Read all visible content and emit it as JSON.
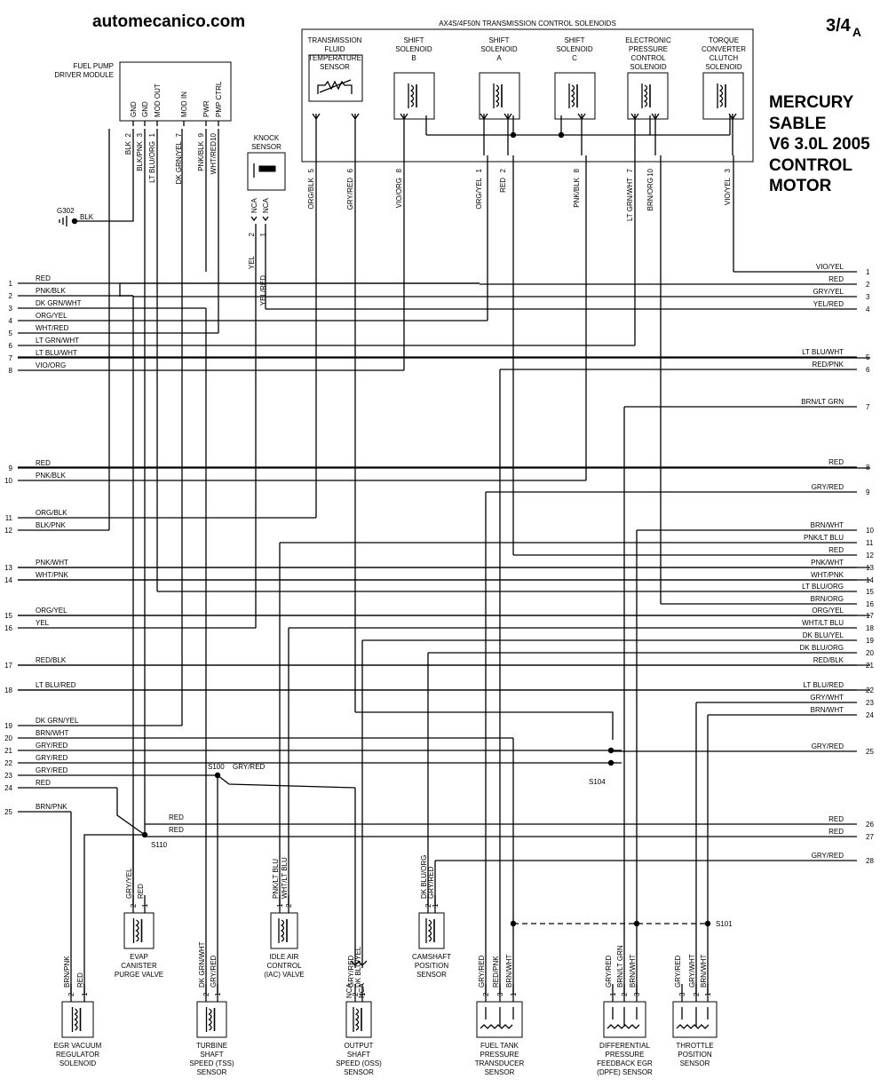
{
  "header": {
    "site": "automecanico.com",
    "page": "3/4",
    "page_suffix": "A",
    "vehicle_lines": [
      "MERCURY",
      "SABLE",
      "V6 3.0L 2005",
      "CONTROL",
      "MOTOR"
    ]
  },
  "top_box": {
    "title": "AX4S/4F50N TRANSMISSION CONTROL SOLENOIDS",
    "components": [
      {
        "lines": [
          "TRANSMISSION",
          "FLUID",
          "TEMPERATURE",
          "SENSOR"
        ],
        "pins": [
          "5",
          "6"
        ],
        "wires": [
          "ORG/BLK",
          "GRY/RED"
        ]
      },
      {
        "lines": [
          "SHIFT",
          "SOLENOID",
          "B"
        ],
        "pins": [
          "8"
        ],
        "wires": [
          "VIO/ORG"
        ]
      },
      {
        "lines": [
          "SHIFT",
          "SOLENOID",
          "A"
        ],
        "pins": [
          "1",
          "2"
        ],
        "wires": [
          "ORG/YEL",
          "RED"
        ]
      },
      {
        "lines": [
          "SHIFT",
          "SOLENOID",
          "C"
        ],
        "pins": [
          "8"
        ],
        "wires": [
          "PNK/BLK"
        ]
      },
      {
        "lines": [
          "ELECTRONIC",
          "PRESSURE",
          "CONTROL",
          "SOLENOID"
        ],
        "pins": [
          "7",
          "10"
        ],
        "wires": [
          "LT GRN/WHT",
          "BRN/ORG"
        ]
      },
      {
        "lines": [
          "TORQUE",
          "CONVERTER",
          "CLUTCH",
          "SOLENOID"
        ],
        "pins": [
          "3"
        ],
        "wires": [
          "VIO/YEL"
        ]
      }
    ]
  },
  "fuel_pump": {
    "lines": [
      "FUEL PUMP",
      "DRIVER MODULE"
    ],
    "terminals": [
      "GND",
      "GND",
      "MOD OUT",
      "MOD IN",
      "PWR",
      "PMP CTRL"
    ],
    "pins": [
      "2",
      "3",
      "1",
      "7",
      "9",
      "10"
    ],
    "wires": [
      "BLK",
      "BLK/PNK",
      "LT BLU/ORG",
      "DK GRN/YEL",
      "PNK/BLK",
      "WHT/RED"
    ]
  },
  "ground": {
    "label": "G302",
    "wire": "BLK"
  },
  "knock_sensor": {
    "lines": [
      "KNOCK",
      "SENSOR"
    ],
    "terminals": [
      "NCA",
      "NCA"
    ],
    "pins": [
      "2",
      "1"
    ],
    "wires": [
      "YEL",
      "YEL/RED"
    ]
  },
  "left_connector": [
    {
      "pin": "1",
      "wire": "RED"
    },
    {
      "pin": "2",
      "wire": "PNK/BLK"
    },
    {
      "pin": "3",
      "wire": "DK GRN/WHT"
    },
    {
      "pin": "4",
      "wire": "ORG/YEL"
    },
    {
      "pin": "5",
      "wire": "WHT/RED"
    },
    {
      "pin": "6",
      "wire": "LT GRN/WHT"
    },
    {
      "pin": "7",
      "wire": "LT BLU/WHT"
    },
    {
      "pin": "8",
      "wire": "VIO/ORG"
    },
    {
      "pin": "9",
      "wire": "RED"
    },
    {
      "pin": "10",
      "wire": "PNK/BLK"
    },
    {
      "pin": "11",
      "wire": "ORG/BLK"
    },
    {
      "pin": "12",
      "wire": "BLK/PNK"
    },
    {
      "pin": "13",
      "wire": "PNK/WHT"
    },
    {
      "pin": "14",
      "wire": "WHT/PNK"
    },
    {
      "pin": "15",
      "wire": "ORG/YEL"
    },
    {
      "pin": "16",
      "wire": "YEL"
    },
    {
      "pin": "17",
      "wire": "RED/BLK"
    },
    {
      "pin": "18",
      "wire": "LT BLU/RED"
    },
    {
      "pin": "19",
      "wire": "DK GRN/YEL"
    },
    {
      "pin": "20",
      "wire": "BRN/WHT"
    },
    {
      "pin": "21",
      "wire": "GRY/RED"
    },
    {
      "pin": "22",
      "wire": "GRY/RED"
    },
    {
      "pin": "23",
      "wire": "GRY/RED"
    },
    {
      "pin": "24",
      "wire": "RED"
    },
    {
      "pin": "25",
      "wire": "BRN/PNK"
    }
  ],
  "right_connector": [
    {
      "pin": "1",
      "wire": "VIO/YEL"
    },
    {
      "pin": "2",
      "wire": "RED"
    },
    {
      "pin": "3",
      "wire": "GRY/YEL"
    },
    {
      "pin": "4",
      "wire": "YEL/RED"
    },
    {
      "pin": "5",
      "wire": "LT BLU/WHT"
    },
    {
      "pin": "6",
      "wire": "RED/PNK"
    },
    {
      "pin": "7",
      "wire": "BRN/LT GRN"
    },
    {
      "pin": "8",
      "wire": "RED"
    },
    {
      "pin": "9",
      "wire": "GRY/RED"
    },
    {
      "pin": "10",
      "wire": "BRN/WHT"
    },
    {
      "pin": "11",
      "wire": "PNK/LT BLU"
    },
    {
      "pin": "12",
      "wire": "RED"
    },
    {
      "pin": "13",
      "wire": "PNK/WHT"
    },
    {
      "pin": "14",
      "wire": "WHT/PNK"
    },
    {
      "pin": "15",
      "wire": "LT BLU/ORG"
    },
    {
      "pin": "16",
      "wire": "BRN/ORG"
    },
    {
      "pin": "17",
      "wire": "ORG/YEL"
    },
    {
      "pin": "18",
      "wire": "WHT/LT BLU"
    },
    {
      "pin": "19",
      "wire": "DK BLU/YEL"
    },
    {
      "pin": "20",
      "wire": "DK BLU/ORG"
    },
    {
      "pin": "21",
      "wire": "RED/BLK"
    },
    {
      "pin": "22",
      "wire": "LT BLU/RED"
    },
    {
      "pin": "23",
      "wire": "GRY/WHT"
    },
    {
      "pin": "24",
      "wire": "BRN/WHT"
    },
    {
      "pin": "25",
      "wire": "GRY/RED"
    },
    {
      "pin": "26",
      "wire": "RED"
    },
    {
      "pin": "27",
      "wire": "RED"
    },
    {
      "pin": "28",
      "wire": "GRY/RED"
    }
  ],
  "splices": [
    {
      "label": "S100",
      "wire": "GRY/RED"
    },
    {
      "label": "S104"
    },
    {
      "label": "S110",
      "wires": [
        "RED",
        "RED"
      ]
    },
    {
      "label": "S101"
    }
  ],
  "bottom_components": [
    {
      "lines": [
        "EGR VACUUM",
        "REGULATOR",
        "SOLENOID"
      ],
      "pins": [
        "2",
        "1"
      ],
      "wires": [
        "BRN/PNK",
        "RED"
      ]
    },
    {
      "lines": [
        "EVAP",
        "CANISTER",
        "PURGE VALVE"
      ],
      "pins": [
        "2",
        "1"
      ],
      "wires": [
        "GRY/YEL",
        "RED"
      ]
    },
    {
      "lines": [
        "TURBINE",
        "SHAFT",
        "SPEED (TSS)",
        "SENSOR"
      ],
      "pins": [
        "2",
        "1"
      ],
      "wires": [
        "DK GRN/WHT",
        "GRY/RED"
      ]
    },
    {
      "lines": [
        "IDLE AIR",
        "CONTROL",
        "(IAC) VALVE"
      ],
      "pins": [
        "1",
        "2"
      ],
      "wires": [
        "PNK/LT BLU",
        "WHT/LT BLU"
      ]
    },
    {
      "lines": [
        "OUTPUT",
        "SHAFT",
        "SPEED (OSS)",
        "SENSOR"
      ],
      "pins": [
        "2",
        "1"
      ],
      "wires": [
        "GRY/RED",
        "DK BLU/YEL"
      ],
      "terminals": [
        "NCA",
        "NCA"
      ]
    },
    {
      "lines": [
        "CAMSHAFT",
        "POSITION",
        "SENSOR"
      ],
      "pins": [
        "2",
        "1"
      ],
      "wires": [
        "DK BLU/ORG",
        "GRY/RED"
      ]
    },
    {
      "lines": [
        "FUEL TANK",
        "PRESSURE",
        "TRANSDUCER",
        "SENSOR"
      ],
      "pins": [
        "2",
        "3",
        "1"
      ],
      "wires": [
        "GRY/RED",
        "RED/PNK",
        "BRN/WHT"
      ]
    },
    {
      "lines": [
        "DIFFERENTIAL",
        "PRESSURE",
        "FEEDBACK EGR",
        "(DPFE) SENSOR"
      ],
      "pins": [
        "1",
        "2",
        "3"
      ],
      "wires": [
        "GRY/RED",
        "BRN/LT GRN",
        "BRN/WHT"
      ]
    },
    {
      "lines": [
        "THROTTLE",
        "POSITION",
        "SENSOR"
      ],
      "pins": [
        "3",
        "2",
        "1"
      ],
      "wires": [
        "GRY/RED",
        "GRY/WHT",
        "BRN/WHT"
      ]
    }
  ]
}
